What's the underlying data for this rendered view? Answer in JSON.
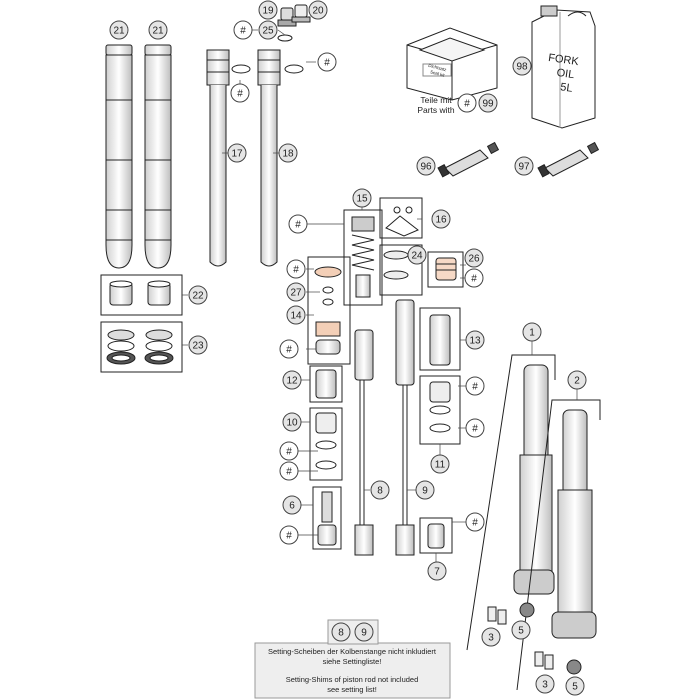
{
  "callouts": {
    "c1": "1",
    "c2": "2",
    "c3": "3",
    "c5": "5",
    "c6": "6",
    "c7": "7",
    "c8": "8",
    "c9": "9",
    "c10": "10",
    "c11": "11",
    "c12": "12",
    "c13": "13",
    "c14": "14",
    "c15": "15",
    "c16": "16",
    "c17": "17",
    "c18": "18",
    "c19": "19",
    "c20": "20",
    "c21": "21",
    "c22": "22",
    "c23": "23",
    "c24": "24",
    "c25": "25",
    "c26": "26",
    "c27": "27",
    "c96": "96",
    "c97": "97",
    "c98": "98",
    "c99": "99",
    "hash": "#"
  },
  "oil_can": {
    "line1": "FORK",
    "line2": "OIL",
    "line3": "5L"
  },
  "kit_box": {
    "line1": "Dichtsatz",
    "line2": "Seal kit"
  },
  "parts_with": {
    "line1": "Teile mit",
    "line2": "Parts with"
  },
  "settings_note": {
    "de_line1": "Setting-Scheiben der Kolbenstange nicht inkludiert",
    "de_line2": "siehe Settingliste!",
    "en_line1": "Setting-Shims of piston rod not included",
    "en_line2": "see setting list!"
  },
  "colors": {
    "accent": "#e8a070",
    "line": "#222222",
    "box": "#eeeeee"
  }
}
